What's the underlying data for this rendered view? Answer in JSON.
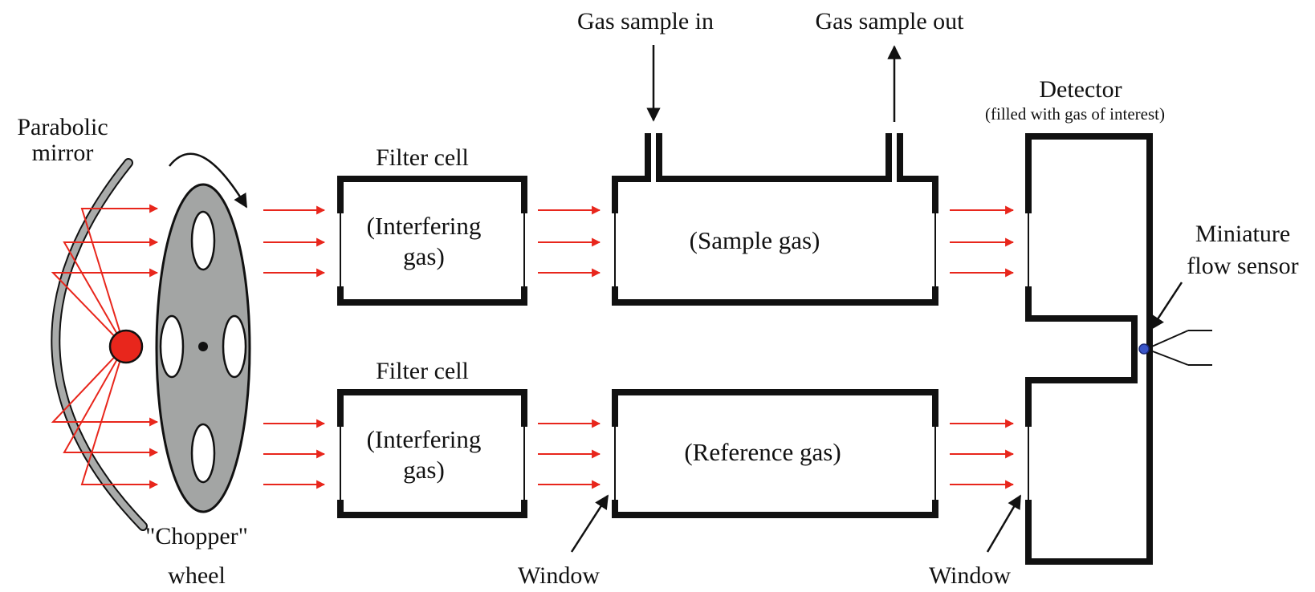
{
  "labels": {
    "mirror_line1": "Parabolic",
    "mirror_line2": "mirror",
    "chopper_line1": "\"Chopper\"",
    "chopper_line2": "wheel",
    "filter_cell_top": "Filter cell",
    "filter_cell_bottom": "Filter cell",
    "interfering_top_line1": "(Interfering",
    "interfering_top_line2": "gas)",
    "interfering_bottom_line1": "(Interfering",
    "interfering_bottom_line2": "gas)",
    "gas_in": "Gas sample in",
    "gas_out": "Gas sample out",
    "sample_gas": "(Sample gas)",
    "reference_gas": "(Reference gas)",
    "detector": "Detector",
    "detector_note": "(filled with gas of interest)",
    "flow_sensor_line1": "Miniature",
    "flow_sensor_line2": "flow sensor",
    "window_left": "Window",
    "window_right": "Window"
  },
  "colors": {
    "ir_rays": "#e8261c",
    "ir_source": "#e8261c",
    "mirror": "#a9abaa",
    "chopper_wheel": "#a3a5a4",
    "outline": "#111111",
    "flow_sensor": "#3a55c8"
  }
}
